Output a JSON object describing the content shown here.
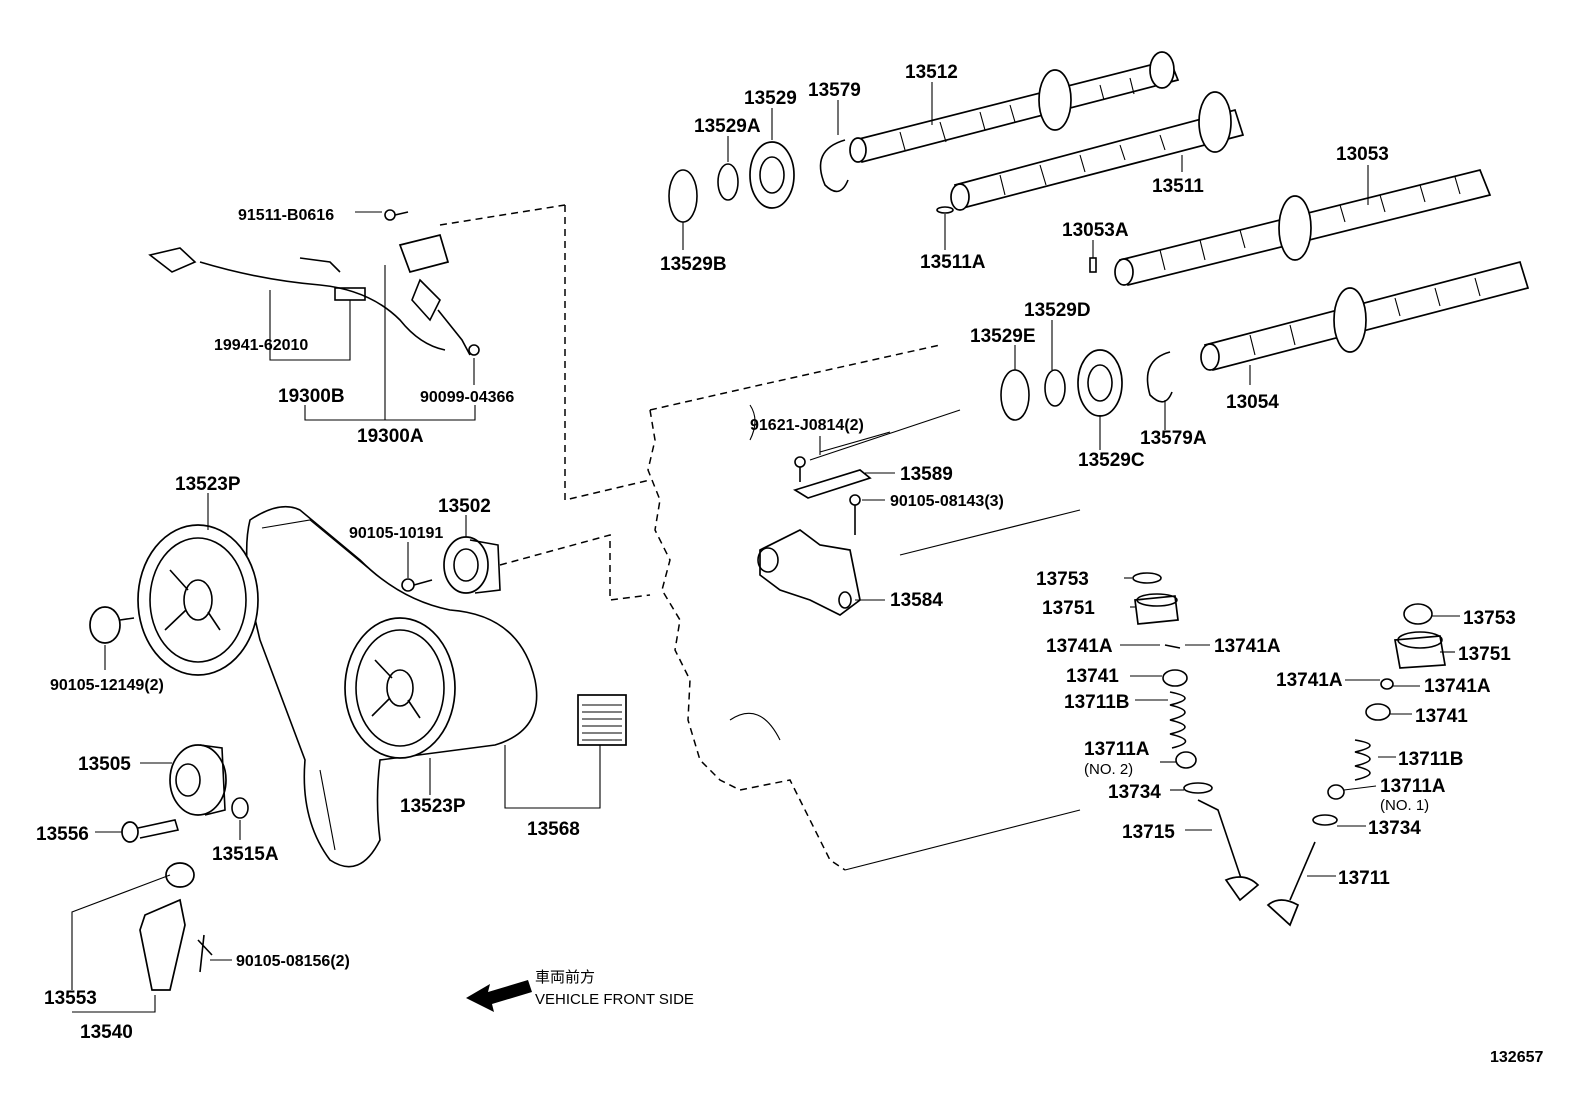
{
  "diagram": {
    "diagram_id": "132657",
    "direction_note": {
      "japanese": "車両前方",
      "english": "VEHICLE FRONT SIDE"
    },
    "labels": {
      "p13512": "13512",
      "p13529": "13529",
      "p13579": "13579",
      "p13529A": "13529A",
      "p13529B": "13529B",
      "p13511": "13511",
      "p13511A": "13511A",
      "p13053": "13053",
      "p13053A": "13053A",
      "p13529D": "13529D",
      "p13529E": "13529E",
      "p13054": "13054",
      "p13579A": "13579A",
      "p13529C": "13529C",
      "p91511": "91511-B0616",
      "p19941": "19941-62010",
      "p19300B": "19300B",
      "p90099": "90099-04366",
      "p19300A": "19300A",
      "p91621": "91621-J0814(2)",
      "p13589": "13589",
      "p90105_08143": "90105-08143(3)",
      "p13584": "13584",
      "p13523P_top": "13523P",
      "p13502": "13502",
      "p90105_10191": "90105-10191",
      "p90105_12149": "90105-12149(2)",
      "p13505": "13505",
      "p13556": "13556",
      "p13515A": "13515A",
      "p13523P_bottom": "13523P",
      "p13568": "13568",
      "p13553": "13553",
      "p13540": "13540",
      "p90105_08156": "90105-08156(2)",
      "p13753_l": "13753",
      "p13751_l": "13751",
      "p13741A_l1": "13741A",
      "p13741A_l2": "13741A",
      "p13741_l": "13741",
      "p13711B_l": "13711B",
      "p13711A_l": "13711A",
      "p13711A_l_note": "(NO. 2)",
      "p13734_l": "13734",
      "p13715": "13715",
      "p13753_r": "13753",
      "p13751_r": "13751",
      "p13741A_r1": "13741A",
      "p13741A_r2": "13741A",
      "p13741_r": "13741",
      "p13711B_r": "13711B",
      "p13711A_r": "13711A",
      "p13711A_r_note": "(NO. 1)",
      "p13734_r": "13734",
      "p13711": "13711"
    }
  }
}
